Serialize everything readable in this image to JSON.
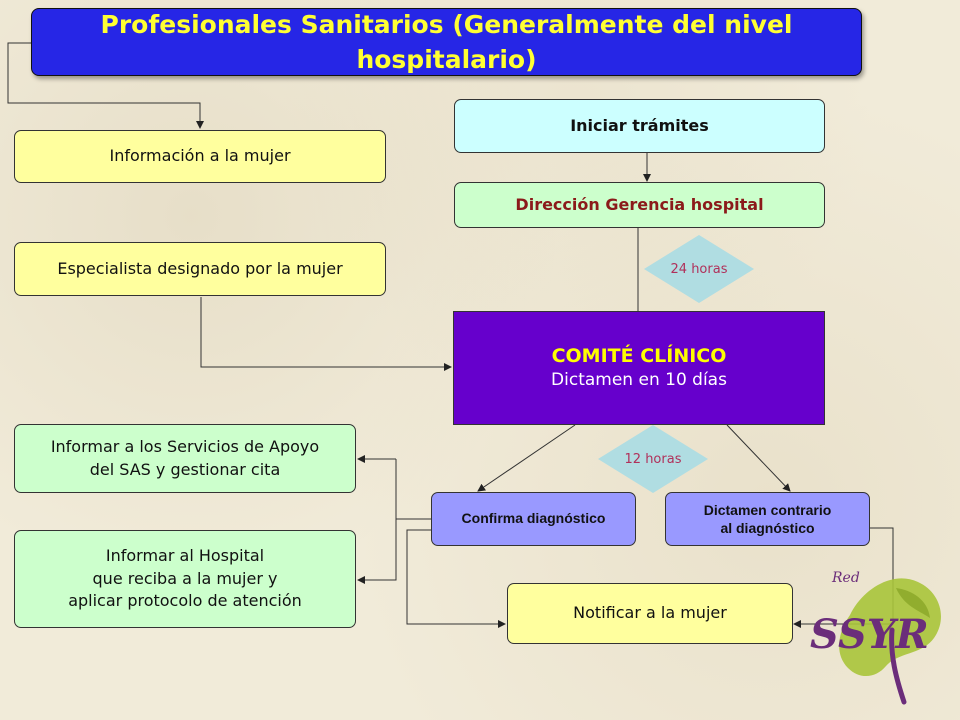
{
  "title": "Profesionales Sanitarios (Generalmente del nivel hospitalario)",
  "boxes": {
    "informacion": "Información a la mujer",
    "iniciar": "Iniciar trámites",
    "direccion": "Dirección Gerencia hospital",
    "especialista": "Especialista designado por la mujer",
    "comite_title": "COMITÉ CLÍNICO",
    "comite_sub": "Dictamen en 10 días",
    "servicios_1": "Informar a los Servicios de Apoyo",
    "servicios_2": "del SAS y gestionar cita",
    "hospital_1": "Informar al Hospital",
    "hospital_2": "que reciba a la mujer y",
    "hospital_3": "aplicar protocolo de atención",
    "confirma": "Confirma diagnóstico",
    "contrario_1": "Dictamen contrario",
    "contrario_2": "al diagnóstico",
    "notificar": "Notificar a la mujer"
  },
  "diamonds": {
    "h24": "24 horas",
    "h12": "12 horas"
  },
  "logo": {
    "small": "Red",
    "main": "SSYR"
  },
  "colors": {
    "title_bg": "#2626e6",
    "title_text": "#ffff33",
    "comite_bg": "#6600cc",
    "comite_title": "#ffff00",
    "direccion_text": "#8b1a1a",
    "diamond_fill": "#b0dde2",
    "logo_green": "#a8c43a",
    "logo_purple": "#6b2d7a"
  }
}
